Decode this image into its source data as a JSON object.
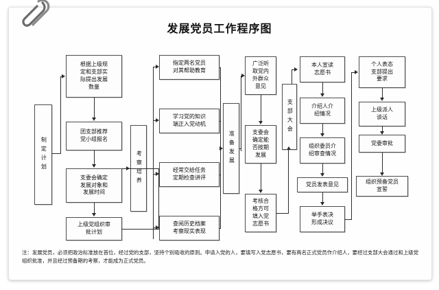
{
  "document": {
    "title": "发展党员工作程序图",
    "paperclip_icon": "paperclip-icon"
  },
  "columns": [
    {
      "id": "plan",
      "label": "制定计划",
      "orientation": "vertical"
    },
    {
      "id": "plan-steps",
      "boxes": [
        "根据上级规定和支部实际提出发展数量",
        "团支部推荐党小组提名",
        "支委会确定发展对象和发展时间",
        "上级党组织审批计划"
      ]
    },
    {
      "id": "train",
      "label": "考察培养",
      "orientation": "vertical"
    },
    {
      "id": "train-steps",
      "boxes": [
        "指定两名党员对其帮助教育",
        "学习党的知识端正入党动机",
        "经常交给任务定期检查讲评",
        "查阅历史档案考察现实表现"
      ]
    },
    {
      "id": "prepare",
      "label": "准备发展",
      "orientation": "vertical"
    },
    {
      "id": "prepare-steps",
      "boxes": [
        "广泛听取党内外群众意见",
        "支委会确定能否按期发展",
        "考核合格方可填入党志愿书"
      ]
    },
    {
      "id": "branch-meeting",
      "label": "支部大会",
      "orientation": "vertical"
    },
    {
      "id": "branch-meeting-steps",
      "boxes": [
        "本人宣读志愿书",
        "介绍人介绍情况",
        "组织委员介绍审查情况",
        "党员发表意见",
        "举手表决形成决议"
      ]
    },
    {
      "id": "approval-steps",
      "boxes": [
        "个人表态支部提出要求",
        "上级派人谈话",
        "党委审批",
        "组织预备党员宣誓"
      ]
    }
  ],
  "boxes": {
    "plan_label": "制定计划",
    "plan_1": "根据上级规定和支部实际提出发展数量",
    "plan_1_lines": [
      "根据上级规",
      "定和支部实",
      "际提出发展",
      "数量"
    ],
    "plan_2_lines": [
      "团支部推荐",
      "党小组报名"
    ],
    "plan_3_lines": [
      "支委会确定",
      "发展对象和",
      "发展时间"
    ],
    "plan_4_lines": [
      "上级党组织审",
      "批计划"
    ],
    "train_label": "考察培养",
    "train_1_lines": [
      "指定两名党员",
      "对其帮助教育"
    ],
    "train_2_lines": [
      "学习党的知识",
      "端正入党动机"
    ],
    "train_3_lines": [
      "经常交给任务",
      "定期检查讲评"
    ],
    "train_4_lines": [
      "查阅历史档案",
      "考察现实表现"
    ],
    "prepare_label": "准备发展",
    "prep_1_lines": [
      "广泛听",
      "取党内",
      "外群众",
      "意见"
    ],
    "prep_2_lines": [
      "支委会",
      "确定能",
      "否按期",
      "发展"
    ],
    "prep_3_lines": [
      "考核合",
      "格方可",
      "填入党",
      "志愿书"
    ],
    "meeting_label": "支部大会",
    "meet_1_lines": [
      "本人宣读",
      "志愿书"
    ],
    "meet_2_lines": [
      "介绍人介",
      "绍情况"
    ],
    "meet_3_lines": [
      "组织委员介",
      "绍审查情况"
    ],
    "meet_4_lines": [
      "党员发表意见"
    ],
    "meet_5_lines": [
      "举手表决",
      "形成决议"
    ],
    "appr_1_lines": [
      "个人表态",
      "支部提出",
      "要求"
    ],
    "appr_2_lines": [
      "上级派人",
      "谈话"
    ],
    "appr_3_lines": [
      "党委审批"
    ],
    "appr_4_lines": [
      "组织预备党员",
      "宣誓"
    ]
  },
  "note": {
    "text": "注：发展党员，必须把政治标准放在首位，经过党的支部，坚持个别吸收的原则。申请入党的人，要填写入党志愿书，要有两名正式党员作介绍人，要经过支部大会通过和上级党组织批准，并且经过预备期的考察，才能成为正式党员。"
  },
  "colors": {
    "line": "#2b2b2b",
    "box_border": "#4c4c4c",
    "text": "#111111",
    "page": "#fefefe"
  }
}
